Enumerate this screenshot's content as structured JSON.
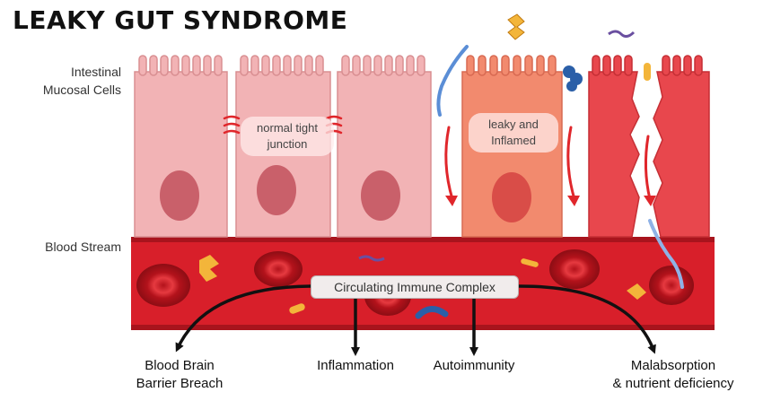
{
  "title": "LEAKY GUT SYNDROME",
  "labels": {
    "mucosal_line1": "Intestinal",
    "mucosal_line2": "Mucosal Cells",
    "blood_stream": "Blood Stream"
  },
  "bubbles": {
    "normal_line1": "normal tight",
    "normal_line2": "junction",
    "leaky_line1": "leaky and",
    "leaky_line2": "Inflamed"
  },
  "center_label": "Circulating Immune Complex",
  "outcomes": [
    {
      "line1": "Blood Brain",
      "line2": "Barrier Breach"
    },
    {
      "line1": "Inflammation",
      "line2": ""
    },
    {
      "line1": "Autoimmunity",
      "line2": ""
    },
    {
      "line1": "Malabsorption",
      "line2": "& nutrient deficiency"
    }
  ],
  "colors": {
    "healthy_cell": "#f2b3b5",
    "healthy_outline": "#d98f92",
    "nucleus": "#c9606a",
    "inflamed_cell": "#f28a6e",
    "damaged_cell": "#e8474d",
    "blood_vessel": "#d81f2a",
    "vessel_border": "#a8141d",
    "red_arrow": "#e0262b",
    "black_arrow": "#111111"
  },
  "icons": [
    "bacteria-icon",
    "toxin-particle-icon",
    "blood-cell-icon",
    "red-flow-arrow-icon"
  ]
}
